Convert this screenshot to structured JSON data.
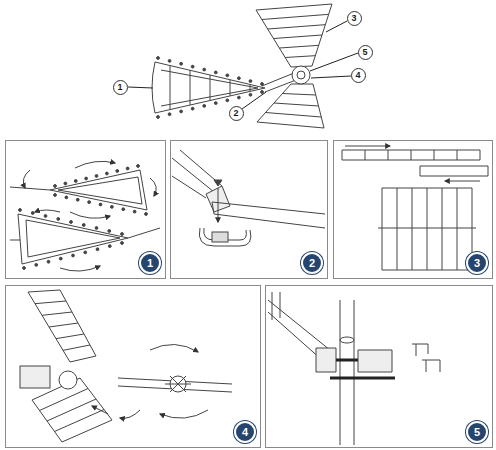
{
  "diagram": {
    "nodes": [
      {
        "text": [
          "3"
        ]
      },
      {
        "text": [
          "5"
        ]
      },
      {
        "text": [
          "4"
        ]
      },
      {
        "text": [
          "1"
        ]
      },
      {
        "text": [
          "2"
        ]
      },
      {
        "text": [
          "1"
        ]
      },
      {
        "text": [
          "2"
        ]
      },
      {
        "text": [
          "3"
        ]
      },
      {
        "text": [
          "4"
        ]
      },
      {
        "text": [
          "5"
        ]
      }
    ]
  }
}
